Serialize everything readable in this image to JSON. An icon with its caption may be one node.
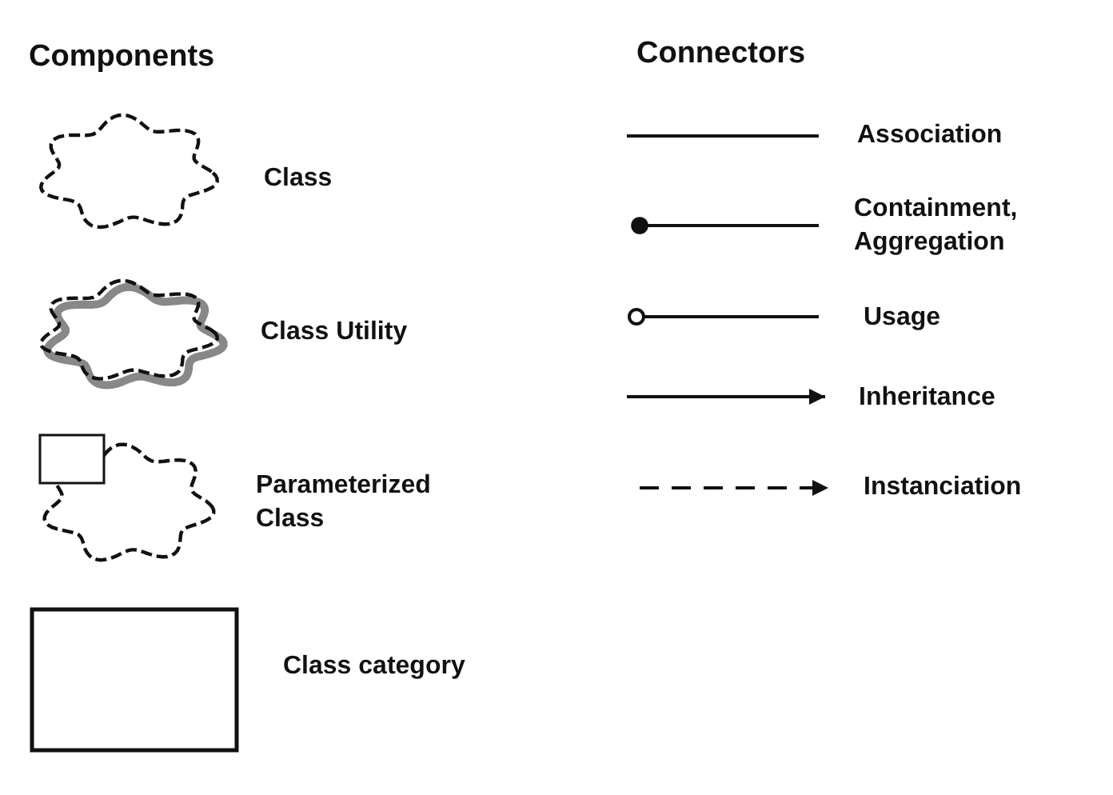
{
  "diagram": {
    "labels": [
      "Components",
      "Connectors"
    ],
    "nodes": [
      {
        "text": [],
        "shape": "cloud",
        "beside": [
          "Class"
        ]
      },
      {
        "text": [],
        "shape": "cloud",
        "beside": [
          "Class Utility"
        ]
      },
      {
        "text": [],
        "shape": "cloud",
        "beside": [
          "Parameterized Class"
        ]
      },
      {
        "text": [],
        "shape": "box",
        "beside": [
          "Class category"
        ]
      }
    ],
    "legend": [
      {
        "text": "Association"
      },
      {
        "text": "Containment, Aggregation"
      },
      {
        "text": "Usage"
      },
      {
        "text": "Inheritance"
      },
      {
        "text": "Instanciation"
      }
    ]
  }
}
